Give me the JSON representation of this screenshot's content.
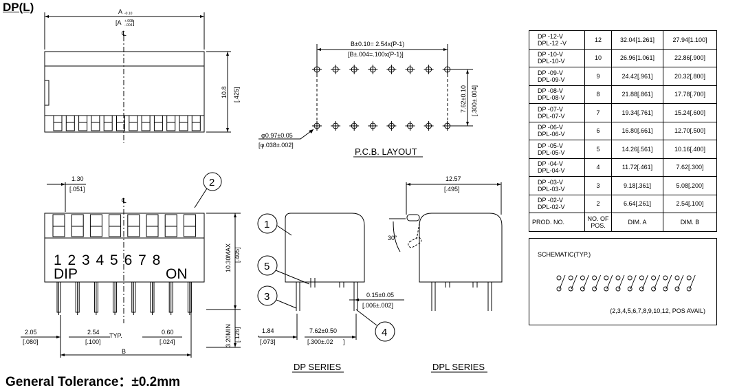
{
  "title": "DP(L)",
  "tolerance": "General Tolerance：±0.2mm",
  "top_view": {
    "dim_a": "A",
    "dim_a_sub": "-0.10",
    "dim_a_in": "[A",
    "dim_a_in_tol": "+.008",
    "dim_a_in_tol2": "-.004",
    "dim_a_in_end": "]",
    "centerline": "℄",
    "height_mm": "10.8",
    "height_in": "[.425]"
  },
  "pcb": {
    "dim_b": "B±0.10= 2.54x(P-1)",
    "dim_b_in": "[B±.004=.100x(P-1)]",
    "row_mm": "7.62±0.10",
    "row_in": "[.300±.004]",
    "hole_mm": "φ0.97±0.05",
    "hole_in": "[φ.038±.002]",
    "caption": "P.C.B. LAYOUT"
  },
  "front_view": {
    "pitch_mm": "1.30",
    "pitch_in": "[.051]",
    "centerline": "℄",
    "numbers": "1 2 3 4 5 6 7 8",
    "dip": "DIP",
    "on": "ON",
    "callout_2": "2",
    "height_mm": "10.30MAX",
    "height_in": "[.405]",
    "pin_mm": "3.20MIN",
    "pin_in": "[.126]",
    "edge_mm": "2.05",
    "edge_in": "[.080]",
    "typ_mm": "2.54",
    "typ_label": "TYP.",
    "typ_in": "[.100]",
    "w_mm": "0.60",
    "w_in": "[.024]",
    "b": "B"
  },
  "dp_series": {
    "callouts": [
      "1",
      "5",
      "3",
      "4"
    ],
    "thk_mm": "0.15±0.05",
    "thk_in": "[.006±.002]",
    "off_mm": "1.84",
    "off_in": "[.073]",
    "row_mm": "7.62±0.50",
    "row_in": "[.300±.02",
    "row_in_end": "]",
    "caption": "DP SERIES"
  },
  "dpl_series": {
    "w_mm": "12.57",
    "w_in": "[.495]",
    "angle": "30°",
    "caption": "DPL SERIES"
  },
  "table": {
    "rows": [
      {
        "prod": "DP -12-V\nDPL-12 -V",
        "pos": "12",
        "a": "32.04[1.261]",
        "b": "27.94[1.100]"
      },
      {
        "prod": "DP -10-V\nDPL-10-V",
        "pos": "10",
        "a": "26.96[1.061]",
        "b": "22.86[.900]"
      },
      {
        "prod": "DP -09-V\nDPL-09-V",
        "pos": "9",
        "a": "24.42[.961]",
        "b": "20.32[.800]"
      },
      {
        "prod": "DP -08-V\nDPL-08-V",
        "pos": "8",
        "a": "21.88[.861]",
        "b": "17.78[.700]"
      },
      {
        "prod": "DP -07-V\nDPL-07-V",
        "pos": "7",
        "a": "19.34[.761]",
        "b": "15.24[.600]"
      },
      {
        "prod": "DP -06-V\nDPL-06-V",
        "pos": "6",
        "a": "16.80[.661]",
        "b": "12.70[.500]"
      },
      {
        "prod": "DP -05-V\nDPL-05-V",
        "pos": "5",
        "a": "14.26[.561]",
        "b": "10.16[.400]"
      },
      {
        "prod": "DP -04-V\nDPL-04-V",
        "pos": "4",
        "a": "11.72[.461]",
        "b": "7.62[.300]"
      },
      {
        "prod": "DP -03-V\nDPL-03-V",
        "pos": "3",
        "a": "9.18[.361]",
        "b": "5.08[.200]"
      },
      {
        "prod": "DP -02-V\nDPL-02-V",
        "pos": "2",
        "a": "6.64[.261]",
        "b": "2.54[.100]"
      }
    ],
    "header": {
      "prod": "PROD.    NO.",
      "pos": "NO. OF\nPOS.",
      "a": "DIM. A",
      "b": "DIM. B"
    }
  },
  "schematic": {
    "title": "SCHEMATIC(TYP.)",
    "note": "(2,3,4,5,6,7,8,9,10,12, POS AVAIL)"
  }
}
